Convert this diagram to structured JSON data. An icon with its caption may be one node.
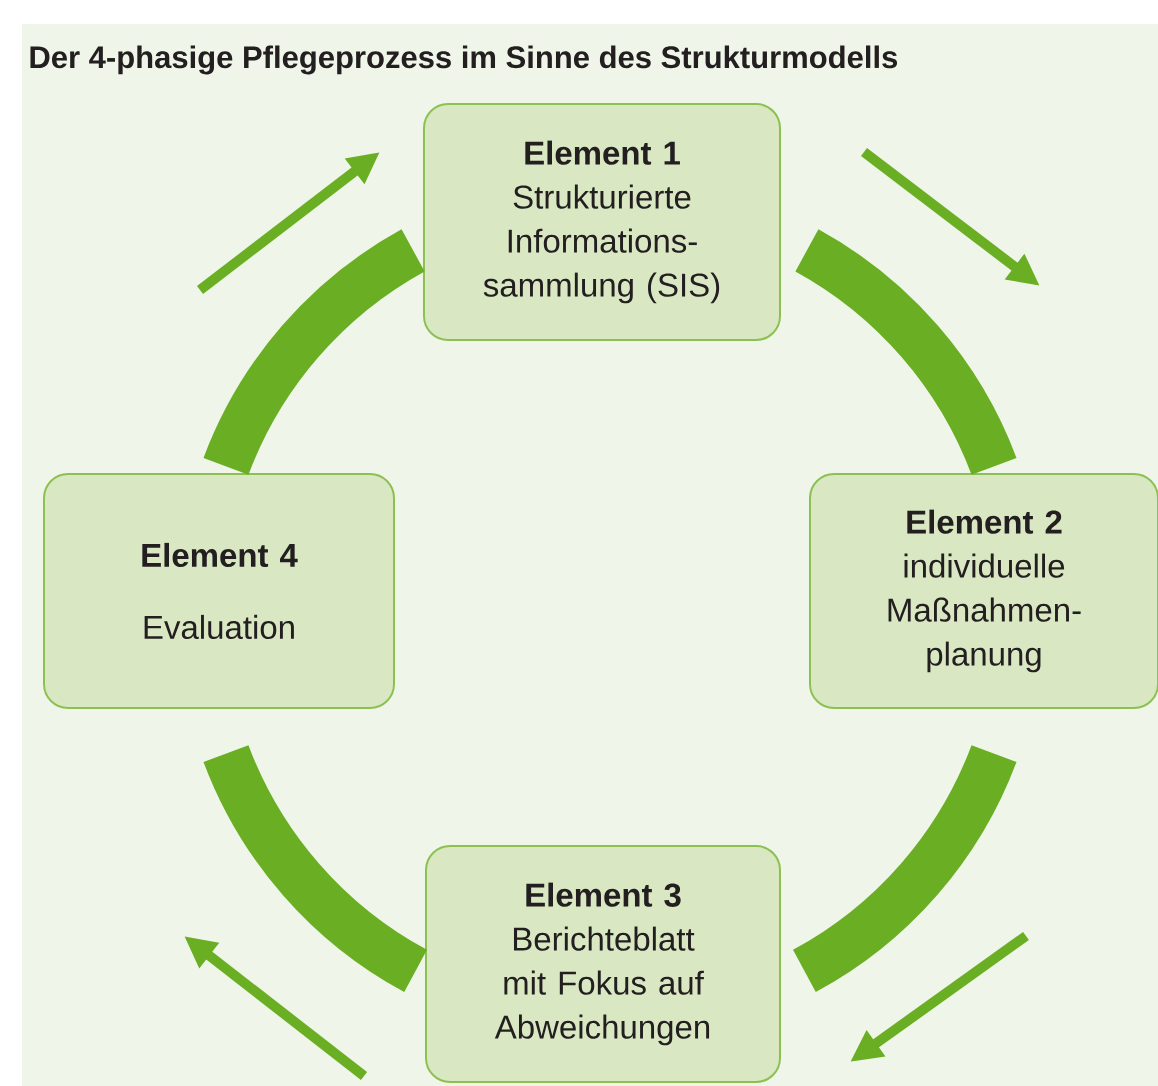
{
  "diagram": {
    "title": "Der 4-phasige Pflegeprozess im Sinne des Strukturmodells",
    "nodes": [
      {
        "text": [
          "Element 1",
          "Strukturierte Informations- sammlung (SIS)"
        ]
      },
      {
        "text": [
          "Element 2",
          "individuelle Maßnahmen- planung"
        ]
      },
      {
        "text": [
          "Element 3",
          "Berichteblatt mit Fokus auf Abweichungen"
        ]
      },
      {
        "text": [
          "Element 4",
          "Evaluation"
        ]
      }
    ],
    "edges": [
      {
        "from": 0,
        "to": 1,
        "arrow": "none"
      },
      {
        "from": 1,
        "to": 2,
        "arrow": "none"
      },
      {
        "from": 2,
        "to": 3,
        "arrow": "none"
      },
      {
        "from": 3,
        "to": 0,
        "arrow": "none"
      }
    ]
  }
}
